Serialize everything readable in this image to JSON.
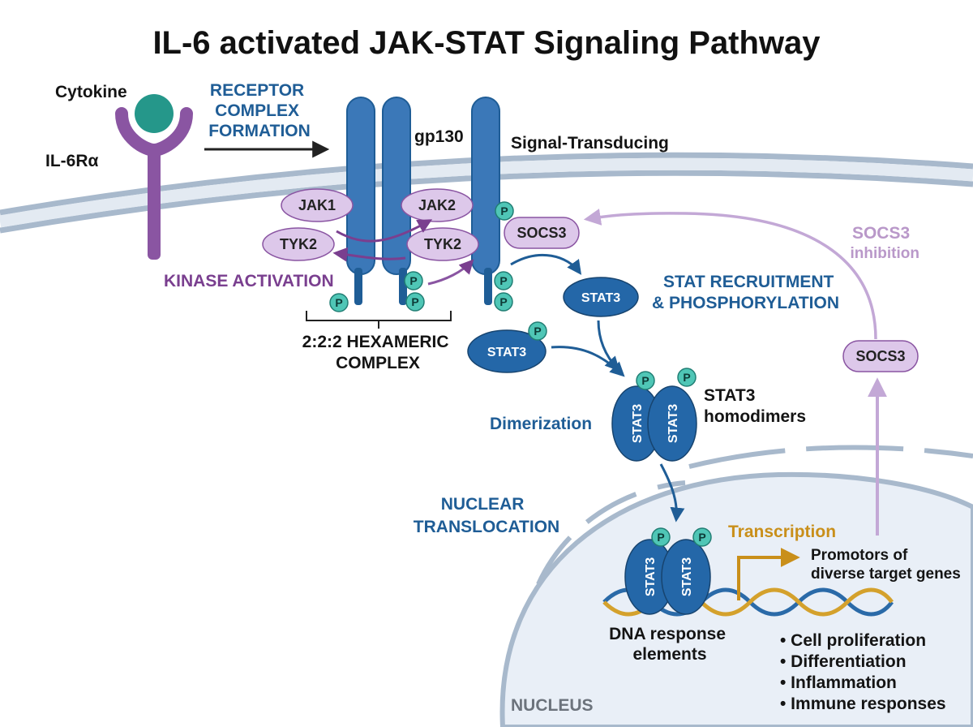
{
  "title": "IL-6 activated JAK-STAT Signaling Pathway",
  "labels": {
    "cytokine": "Cytokine",
    "il6ra": "IL-6Rα",
    "receptor_complex": [
      "RECEPTOR",
      "COMPLEX",
      "FORMATION"
    ],
    "gp130": "gp130",
    "signal_transducing": "Signal-Transducing",
    "kinase_activation": "KINASE ACTIVATION",
    "hexameric": [
      "2:2:2 HEXAMERIC",
      "COMPLEX"
    ],
    "stat_recruitment": [
      "STAT RECRUITMENT",
      "& PHOSPHORYLATION"
    ],
    "socs3_inhibition": [
      "SOCS3",
      "inhibition"
    ],
    "dimerization": "Dimerization",
    "stat3_homodimers": [
      "STAT3",
      "homodimers"
    ],
    "nuclear_translocation": [
      "NUCLEAR",
      "TRANSLOCATION"
    ],
    "transcription": "Transcription",
    "promotors": [
      "Promotors of",
      "diverse target genes"
    ],
    "dna_response": [
      "DNA response",
      "elements"
    ],
    "nucleus": "NUCLEUS"
  },
  "kinases": {
    "jak1": "JAK1",
    "jak2": "JAK2",
    "tyk2_left": "TYK2",
    "tyk2_right": "TYK2"
  },
  "socs3": {
    "membrane": "SOCS3",
    "cytoplasm": "SOCS3"
  },
  "stat3": "STAT3",
  "phospho": "P",
  "outcomes": [
    "• Cell proliferation",
    "• Differentiation",
    "• Inflammation",
    "• Immune responses"
  ],
  "colors": {
    "receptor_blue": "#3b78b8",
    "stat_blue": "#2467a8",
    "il6ra_purple": "#8a55a2",
    "cytokine_teal": "#25978a",
    "kinase_fill": "#ddc8ea",
    "phospho_teal": "#4fc6b6",
    "socs3_arrow": "#c3a8d6",
    "membrane": "#9fb2c8",
    "nucleus_fill": "#e9eff7"
  }
}
